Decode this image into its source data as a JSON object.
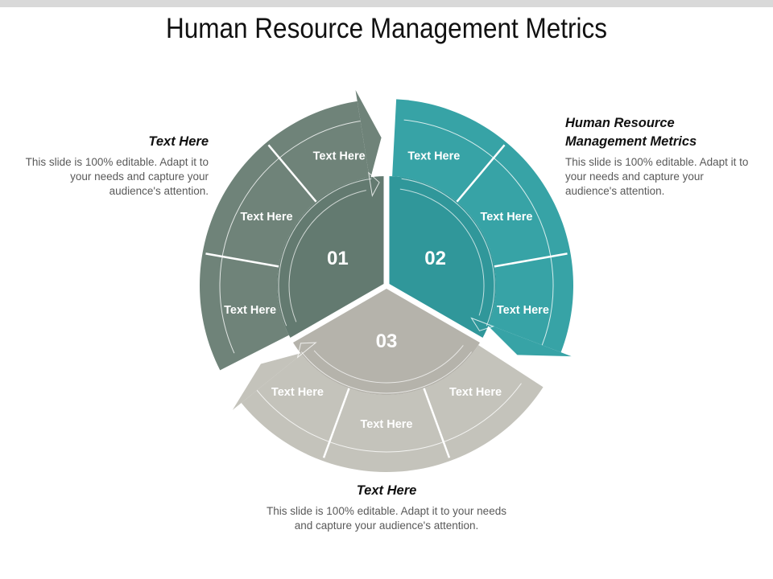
{
  "title": "Human Resource Management Metrics",
  "blocks": {
    "left": {
      "heading": "Text Here",
      "body": "This slide is 100% editable. Adapt it to your needs and capture your audience's attention."
    },
    "right": {
      "heading": "Human Resource Management Metrics",
      "body": "This slide is 100% editable. Adapt it to your needs and capture your audience's attention."
    },
    "bottom": {
      "heading": "Text Here",
      "body": "This slide is 100% editable. Adapt it to your needs and capture your audience's attention."
    }
  },
  "diagram": {
    "sectors": [
      {
        "number": "01",
        "start": 150,
        "end": 270,
        "outer": "#6f8379",
        "core": "#637a70",
        "labels": [
          "Text Here",
          "Text Here",
          "Text Here"
        ]
      },
      {
        "number": "02",
        "start": 270,
        "end": 390,
        "outer": "#37a3a6",
        "core": "#30979a",
        "labels": [
          "Text Here",
          "Text Here",
          "Text Here"
        ]
      },
      {
        "number": "03",
        "start": 30,
        "end": 150,
        "outer": "#c4c3bb",
        "core": "#b5b3ab",
        "labels": [
          "Text Here",
          "Text Here",
          "Text Here"
        ]
      }
    ]
  }
}
